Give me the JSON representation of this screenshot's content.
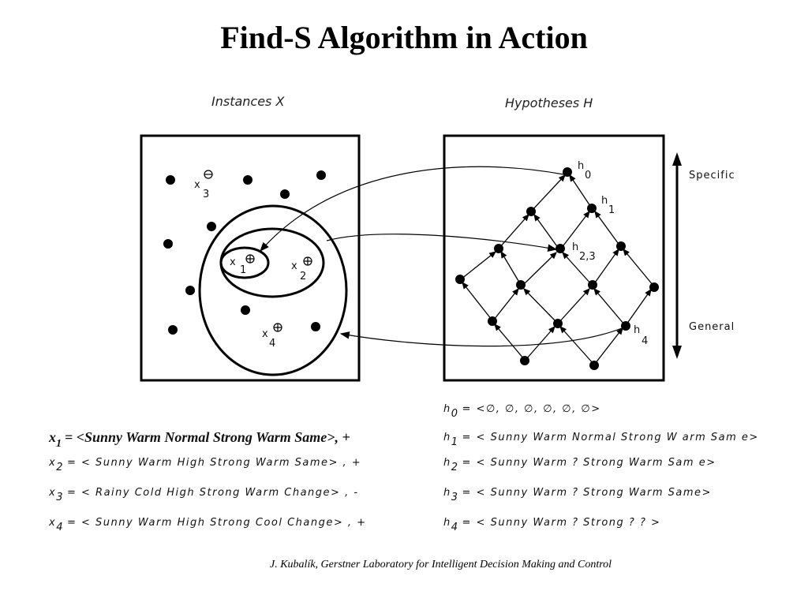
{
  "title": "Find-S Algorithm in Action",
  "diagram": {
    "instances_label": "Instances X",
    "hypotheses_label": "Hypotheses H",
    "axis_top": "Specific",
    "axis_bottom": "General",
    "instance_labels": {
      "x1": "x",
      "x2": "x",
      "x3": "x",
      "x4": "x",
      "x1_sub": "1",
      "x2_sub": "2",
      "x3_sub": "3",
      "x4_sub": "4"
    },
    "hypothesis_labels": {
      "h0": "h",
      "h1": "h",
      "h23": "h",
      "h4": "h",
      "h0_sub": "0",
      "h1_sub": "1",
      "h23_sub": "2,3",
      "h4_sub": "4"
    }
  },
  "examples": [
    {
      "var": "x",
      "sub": "1",
      "value": "= <Sunny Warm Normal Strong Warm Same>, +"
    },
    {
      "var": "x",
      "sub": "2",
      "value": "= < Sunny Warm  High  Strong Warm  Same> , +"
    },
    {
      "var": "x",
      "sub": "3",
      "value": "= < Rainy Cold High Strong Warm  Change> , -"
    },
    {
      "var": "x",
      "sub": "4",
      "value": "= < Sunny Warm  High Strong Cool Change> , +"
    }
  ],
  "hypotheses": [
    {
      "var": "h",
      "sub": "0",
      "value": "= <∅, ∅, ∅, ∅, ∅, ∅>"
    },
    {
      "var": "h",
      "sub": "1",
      "value": "= < Sunny Warm  Normal  Strong W arm  Sam e>"
    },
    {
      "var": "h",
      "sub": "2",
      "value": "= < Sunny Warm   ?  Strong Warm  Sam e>"
    },
    {
      "var": "h",
      "sub": "3",
      "value": "= < Sunny Warm  ? Strong Warm  Same>"
    },
    {
      "var": "h",
      "sub": "4",
      "value": "= < Sunny Warm   ?  Strong   ?  ? >"
    }
  ],
  "footer": "J. Kubalík, Gerstner Laboratory for Intelligent Decision Making and Control"
}
